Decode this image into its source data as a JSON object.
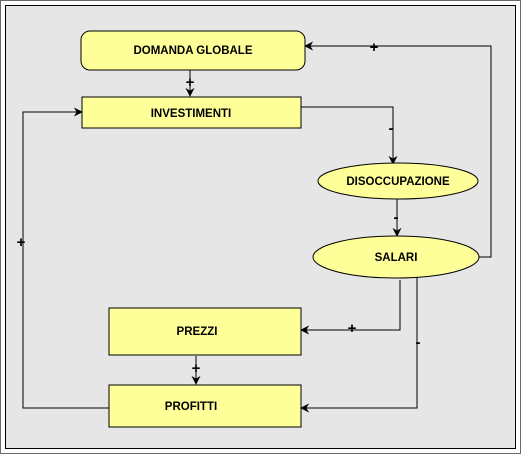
{
  "nodes": {
    "domanda_globale": "DOMANDA GLOBALE",
    "investimenti": "INVESTIMENTI",
    "disoccupazione": "DISOCCUPAZIONE",
    "salari": "SALARI",
    "prezzi": "PREZZI",
    "profitti": "PROFITTI"
  },
  "signs": {
    "domanda_to_investimenti": "+",
    "investimenti_to_disoccupazione": "-",
    "disoccupazione_to_salari": "-",
    "salari_to_domanda": "+",
    "salari_to_prezzi": "+",
    "salari_to_profitti": "-",
    "prezzi_to_profitti": "+",
    "profitti_to_investimenti": "+"
  },
  "colors": {
    "node_fill": "#ffff99",
    "panel_bg": "#e6e6e6",
    "stroke": "#000000"
  }
}
